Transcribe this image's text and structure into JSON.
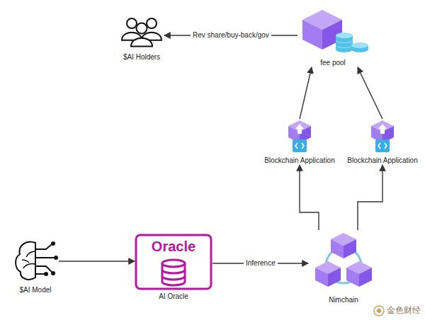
{
  "diagram": {
    "nodes": [
      {
        "text": [
          "$AI Holders"
        ]
      },
      {
        "text": [
          "fee pool"
        ]
      },
      {
        "text": [
          "Blockchain Application"
        ]
      },
      {
        "text": [
          "Blockchain Application"
        ]
      },
      {
        "text": [
          "$AI Model"
        ]
      },
      {
        "text": [
          "Oracle",
          "AI Oracle"
        ]
      },
      {
        "text": [
          "Nimchain"
        ]
      }
    ],
    "edges": [
      {
        "from": 1,
        "to": 0,
        "label": "Rev share/buy-back/gov",
        "arrow": "to"
      },
      {
        "from": 2,
        "to": 1,
        "arrow": "to"
      },
      {
        "from": 3,
        "to": 1,
        "arrow": "to"
      },
      {
        "from": 6,
        "to": 2,
        "arrow": "to"
      },
      {
        "from": 6,
        "to": 3,
        "arrow": "to"
      },
      {
        "from": 4,
        "to": 5,
        "arrow": "to"
      },
      {
        "from": 5,
        "to": 6,
        "label": "Inference",
        "arrow": "to"
      }
    ],
    "labels": [
      "金色财经"
    ]
  }
}
